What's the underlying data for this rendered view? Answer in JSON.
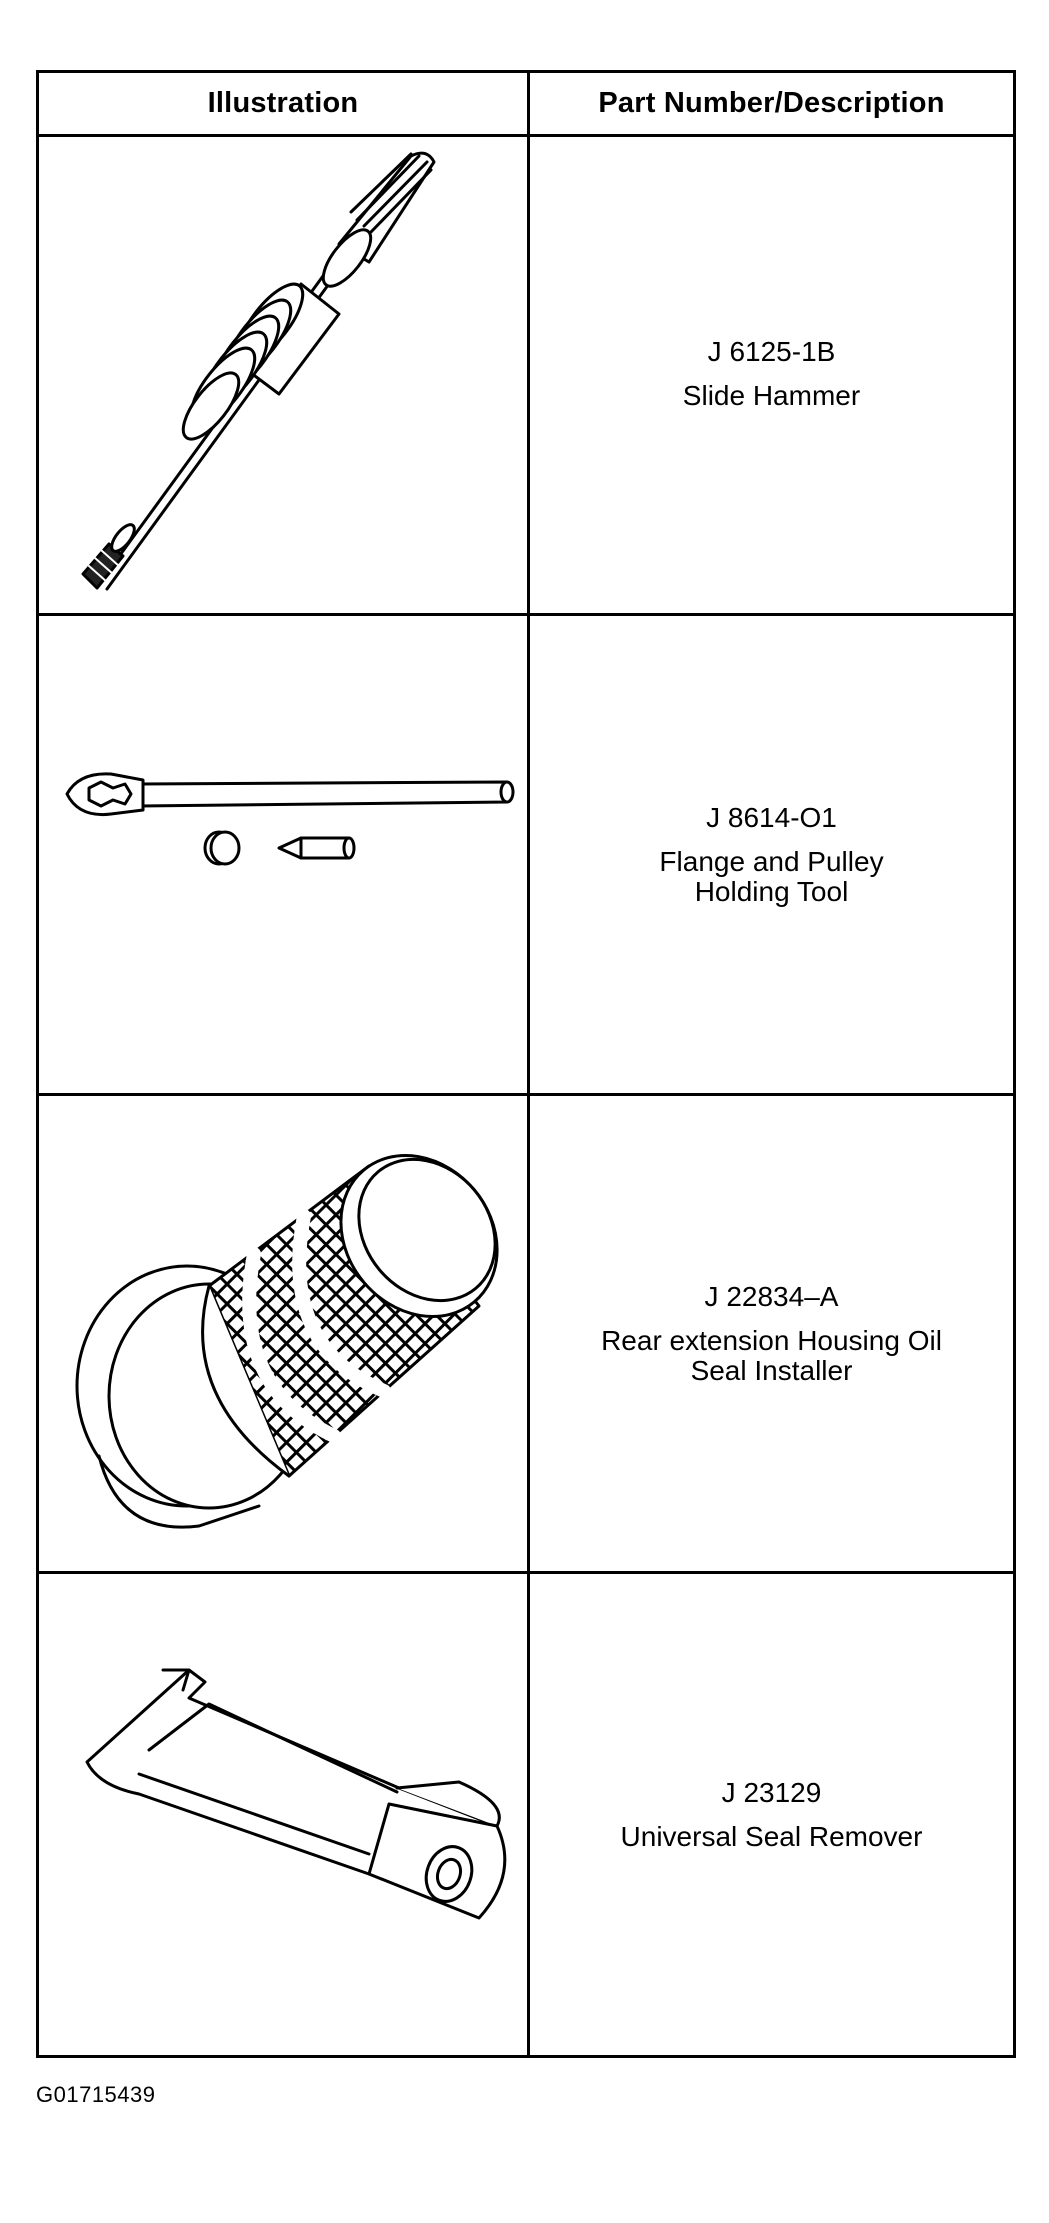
{
  "table": {
    "header": {
      "illustration": "Illustration",
      "part": "Part Number/Description"
    },
    "rows": [
      {
        "icon": "slide-hammer-icon",
        "part_number": "J 6125-1B",
        "description": "Slide Hammer"
      },
      {
        "icon": "flange-holding-tool-icon",
        "part_number": "J 8614-O1",
        "description": "Flange and Pulley\nHolding Tool"
      },
      {
        "icon": "seal-installer-icon",
        "part_number": "J 22834–A",
        "description": "Rear extension Housing Oil\nSeal Installer"
      },
      {
        "icon": "seal-remover-icon",
        "part_number": "J 23129",
        "description": "Universal Seal Remover"
      }
    ]
  },
  "figure_id": "G01715439"
}
